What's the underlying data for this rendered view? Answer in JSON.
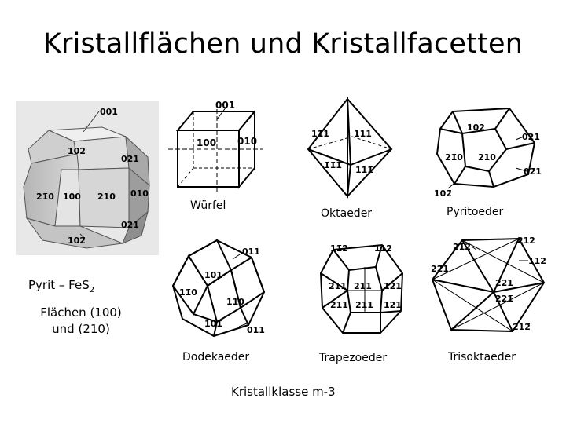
{
  "title": "Kristallflächen und Kristallfacetten",
  "photo": {
    "labels": {
      "f001": "001",
      "f102": "102",
      "f021": "021",
      "f210bar": "21̄0",
      "f100": "100",
      "f210": "210",
      "f010": "010",
      "f021b": "021",
      "f102bar": "102̄"
    }
  },
  "side_text": {
    "line1_pre": "Pyrit – Fe",
    "line1_s": "S",
    "line1_sub": "2",
    "line2": "Flächen (100)",
    "line3": "und (210)"
  },
  "crystals": {
    "wuerfel": {
      "caption": "Würfel",
      "l001": "001",
      "l100": "100",
      "l010": "010"
    },
    "oktaeder": {
      "caption": "Oktaeder",
      "la": "11̄1",
      "lb": "111",
      "lc": "1̄1̄1̄",
      "ld": "111̄"
    },
    "pyritoeder": {
      "caption": "Pyritoeder",
      "la": "102",
      "lb": "021",
      "lc": "21̄0",
      "ld": "210",
      "le": "02̄1",
      "lf": "102̄"
    },
    "dodekaeder": {
      "caption": "Dodekaeder",
      "la": "011",
      "lb": "101",
      "lc": "11̄0",
      "ld": "110",
      "le": "101̄",
      "lf": "011̄"
    },
    "trapezoeder": {
      "caption": "Trapezoeder",
      "la": "11̄2",
      "lb": "112",
      "lc": "2̄11",
      "ld": "211",
      "le": "121",
      "lf": "21̄1̄",
      "lg": "21̄1",
      "lh": "121̄"
    },
    "trisoktaeder": {
      "caption": "Trisoktaeder",
      "la": "21̄2",
      "lb": "212",
      "lc": "112",
      "ld": "22̄1",
      "le": "221",
      "lf": "221̄",
      "lg": "212̄"
    }
  },
  "footer": "Kristallklasse m-3"
}
